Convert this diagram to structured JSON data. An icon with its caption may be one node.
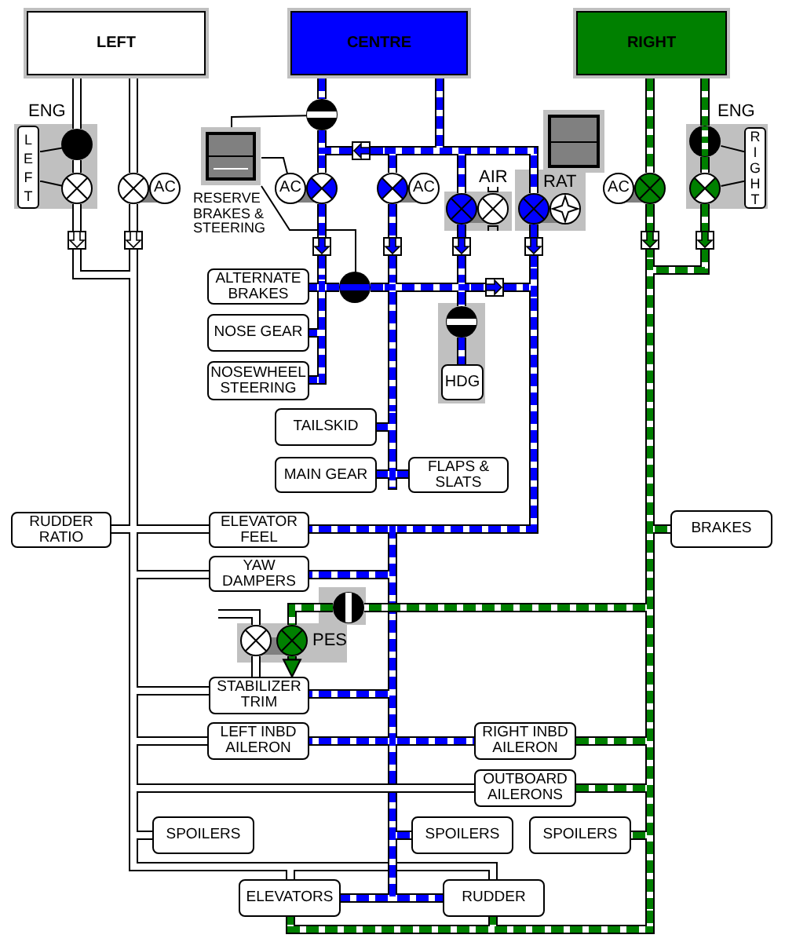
{
  "diagram": {
    "nodes": [
      {
        "text": [
          "LEFT"
        ]
      },
      {
        "text": [
          "CENTRE"
        ]
      },
      {
        "text": [
          "RIGHT"
        ]
      },
      {
        "text": [],
        "shape": "circle"
      },
      {
        "text": [],
        "shape": "box"
      },
      {
        "text": [
          "LEFT"
        ]
      },
      {
        "text": [],
        "shape": "circle"
      },
      {
        "text": [],
        "shape": "circle"
      },
      {
        "text": [
          "RESERVE BRAKES & STEERING"
        ]
      },
      {
        "text": [
          "RIGHT"
        ]
      },
      {
        "text": [],
        "shape": "bar"
      },
      {
        "text": [],
        "shape": "box"
      },
      {
        "text": [],
        "shape": "bar"
      },
      {
        "text": [],
        "shape": "circle"
      },
      {
        "text": [],
        "shape": "circle"
      },
      {
        "text": [
          "AC"
        ]
      },
      {
        "text": [
          "AC"
        ]
      },
      {
        "text": [],
        "shape": "circle"
      },
      {
        "text": [],
        "shape": "circle"
      },
      {
        "text": [
          "AC"
        ]
      },
      {
        "text": [
          "AC"
        ]
      },
      {
        "text": [],
        "shape": "circle"
      },
      {
        "text": [],
        "shape": "circle"
      },
      {
        "text": [],
        "shape": "circle"
      },
      {
        "text": [],
        "shape": "circle"
      },
      {
        "text": [],
        "shape": "box"
      },
      {
        "text": [],
        "shape": "box"
      },
      {
        "text": [],
        "shape": "box"
      },
      {
        "text": [],
        "shape": "box"
      },
      {
        "text": [],
        "shape": "box"
      },
      {
        "text": [],
        "shape": "box"
      },
      {
        "text": [],
        "shape": "box"
      },
      {
        "text": [],
        "shape": "box"
      },
      {
        "text": [],
        "shape": "bar"
      },
      {
        "text": [],
        "shape": "bar"
      },
      {
        "text": [
          "ALTERNATE BRAKES"
        ]
      },
      {
        "text": [],
        "shape": "bar"
      },
      {
        "text": [],
        "shape": "circle"
      },
      {
        "text": [],
        "shape": "bar"
      },
      {
        "text": [],
        "shape": "box"
      },
      {
        "text": [],
        "shape": "bar"
      },
      {
        "text": [],
        "shape": "circle"
      },
      {
        "text": [
          "NOSE GEAR"
        ]
      },
      {
        "text": [
          "NOSEWHEEL STEERING"
        ]
      },
      {
        "text": [
          "HDG"
        ]
      },
      {
        "text": [
          "TAILSKID"
        ]
      },
      {
        "text": [],
        "shape": "bar"
      },
      {
        "text": [
          "MAIN GEAR"
        ]
      },
      {
        "text": [
          "FLAPS & SLATS"
        ]
      },
      {
        "text": [
          "RUDDER RATIO"
        ]
      },
      {
        "text": [
          "ELEVATOR FEEL"
        ]
      },
      {
        "text": [],
        "shape": "bar"
      },
      {
        "text": [
          "BRAKES"
        ]
      },
      {
        "text": [
          "YAW DAMPERS"
        ]
      },
      {
        "text": [],
        "shape": "circle"
      },
      {
        "text": [],
        "shape": "circle"
      },
      {
        "text": [],
        "shape": "circle"
      },
      {
        "text": [
          "STABILIZER TRIM"
        ]
      },
      {
        "text": [
          "LEFT INBD AILERON"
        ]
      },
      {
        "text": [
          "RIGHT INBD AILERON"
        ]
      },
      {
        "text": [
          "OUTBOARD AILERONS"
        ]
      },
      {
        "text": [
          "SPOILERS"
        ]
      },
      {
        "text": [
          "SPOILERS"
        ]
      },
      {
        "text": [
          "SPOILERS"
        ]
      },
      {
        "text": [],
        "shape": "bar"
      },
      {
        "text": [
          "ELEVATORS"
        ]
      },
      {
        "text": [
          "RUDDER"
        ]
      },
      {
        "text": [],
        "shape": "bar"
      }
    ],
    "edges": [
      {
        "from": 0,
        "to": 6,
        "arrow": "none",
        "color": "#000000"
      },
      {
        "from": 6,
        "to": 13,
        "arrow": "none",
        "color": "#000000"
      },
      {
        "from": 13,
        "to": 25,
        "arrow": "none",
        "color": "#000000"
      },
      {
        "from": 25,
        "to": 33,
        "arrow": "none",
        "color": "#000000"
      },
      {
        "from": 0,
        "to": 14,
        "arrow": "none",
        "color": "#000000"
      },
      {
        "from": 14,
        "to": 26,
        "arrow": "none",
        "color": "#000000"
      },
      {
        "from": 26,
        "to": 33,
        "arrow": "none",
        "color": "#000000"
      },
      {
        "from": 33,
        "to": 49,
        "arrow": "none",
        "color": "#000000"
      },
      {
        "from": 33,
        "to": 50,
        "arrow": "none",
        "color": "#000000"
      },
      {
        "from": 33,
        "to": 53,
        "arrow": "none",
        "color": "#000000"
      },
      {
        "from": 33,
        "to": 57,
        "arrow": "none",
        "color": "#000000"
      },
      {
        "from": 33,
        "to": 58,
        "arrow": "none",
        "color": "#000000"
      },
      {
        "from": 33,
        "to": 60,
        "arrow": "none",
        "color": "#000000"
      },
      {
        "from": 33,
        "to": 61,
        "arrow": "none",
        "color": "#000000"
      },
      {
        "from": 33,
        "to": 64,
        "arrow": "none",
        "color": "#000000"
      },
      {
        "from": 64,
        "to": 65,
        "arrow": "none",
        "color": "#000000"
      },
      {
        "from": 64,
        "to": 66,
        "arrow": "none",
        "color": "#000000"
      },
      {
        "from": null,
        "to": 55,
        "arrow": "none",
        "color": "#000000"
      },
      {
        "from": 55,
        "to": 57,
        "arrow": "none",
        "color": "#000000"
      },
      {
        "from": 1,
        "to": 3,
        "arrow": "none",
        "style": "dashed",
        "color": "#0000ff"
      },
      {
        "from": 3,
        "to": 10,
        "arrow": "none",
        "style": "dashed",
        "color": "#0000ff"
      },
      {
        "from": 1,
        "to": 12,
        "arrow": "none",
        "style": "dashed",
        "color": "#0000ff"
      },
      {
        "from": 12,
        "to": 11,
        "arrow": "none",
        "style": "dashed",
        "color": "#0000ff"
      },
      {
        "from": 11,
        "to": 10,
        "arrow": "none",
        "style": "dashed",
        "color": "#0000ff"
      },
      {
        "from": 10,
        "to": 17,
        "arrow": "none",
        "style": "dashed",
        "color": "#0000ff"
      },
      {
        "from": 12,
        "to": 18,
        "arrow": "none",
        "style": "dashed",
        "color": "#0000ff"
      },
      {
        "from": 12,
        "to": 23,
        "arrow": "none",
        "style": "dashed",
        "color": "#0000ff"
      },
      {
        "from": 12,
        "to": 24,
        "arrow": "none",
        "style": "dashed",
        "color": "#0000ff"
      },
      {
        "from": 17,
        "to": 27,
        "arrow": "none",
        "style": "dashed",
        "color": "#0000ff"
      },
      {
        "from": 18,
        "to": 28,
        "arrow": "none",
        "style": "dashed",
        "color": "#0000ff"
      },
      {
        "from": 23,
        "to": 29,
        "arrow": "none",
        "style": "dashed",
        "color": "#0000ff"
      },
      {
        "from": 24,
        "to": 30,
        "arrow": "none",
        "style": "dashed",
        "color": "#0000ff"
      },
      {
        "from": 27,
        "to": 36,
        "arrow": "none",
        "style": "dashed",
        "color": "#0000ff"
      },
      {
        "from": 36,
        "to": 35,
        "arrow": "none",
        "style": "dashed",
        "color": "#0000ff"
      },
      {
        "from": 36,
        "to": 37,
        "arrow": "none",
        "style": "dashed",
        "color": "#0000ff"
      },
      {
        "from": 36,
        "to": 42,
        "arrow": "none",
        "style": "dashed",
        "color": "#0000ff"
      },
      {
        "from": 36,
        "to": 43,
        "arrow": "none",
        "style": "dashed",
        "color": "#0000ff"
      },
      {
        "from": 37,
        "to": 38,
        "arrow": "none",
        "style": "dashed",
        "color": "#0000ff"
      },
      {
        "from": 28,
        "to": 38,
        "arrow": "none",
        "style": "dashed",
        "color": "#0000ff"
      },
      {
        "from": 29,
        "to": 38,
        "arrow": "none",
        "style": "dashed",
        "color": "#0000ff"
      },
      {
        "from": 38,
        "to": 39,
        "arrow": "none",
        "style": "dashed",
        "color": "#0000ff"
      },
      {
        "from": 39,
        "to": 40,
        "arrow": "none",
        "style": "dashed",
        "color": "#0000ff"
      },
      {
        "from": 30,
        "to": 40,
        "arrow": "none",
        "style": "dashed",
        "color": "#0000ff"
      },
      {
        "from": 38,
        "to": 41,
        "arrow": "none",
        "style": "dashed",
        "color": "#0000ff"
      },
      {
        "from": 41,
        "to": 44,
        "arrow": "none",
        "style": "dashed",
        "color": "#0000ff"
      },
      {
        "from": 38,
        "to": 46,
        "arrow": "none",
        "style": "dashed",
        "color": "#0000ff"
      },
      {
        "from": 46,
        "to": 45,
        "arrow": "none",
        "style": "dashed",
        "color": "#0000ff"
      },
      {
        "from": 46,
        "to": 47,
        "arrow": "none",
        "style": "dashed",
        "color": "#0000ff"
      },
      {
        "from": 46,
        "to": 48,
        "arrow": "none",
        "style": "dashed",
        "color": "#0000ff"
      },
      {
        "from": 40,
        "to": 51,
        "arrow": "none",
        "style": "dashed",
        "color": "#0000ff"
      },
      {
        "from": 51,
        "to": 50,
        "arrow": "none",
        "style": "dashed",
        "color": "#0000ff"
      },
      {
        "from": 51,
        "to": 53,
        "arrow": "none",
        "style": "dashed",
        "color": "#0000ff"
      },
      {
        "from": 51,
        "to": 57,
        "arrow": "none",
        "style": "dashed",
        "color": "#0000ff"
      },
      {
        "from": 51,
        "to": 58,
        "arrow": "none",
        "style": "dashed",
        "color": "#0000ff"
      },
      {
        "from": 51,
        "to": 59,
        "arrow": "none",
        "style": "dashed",
        "color": "#0000ff"
      },
      {
        "from": 51,
        "to": 62,
        "arrow": "none",
        "style": "dashed",
        "color": "#0000ff"
      },
      {
        "from": 51,
        "to": 65,
        "arrow": "none",
        "style": "dashed",
        "color": "#0000ff"
      },
      {
        "from": 51,
        "to": 66,
        "arrow": "none",
        "style": "dashed",
        "color": "#0000ff"
      },
      {
        "from": 2,
        "to": 7,
        "arrow": "none",
        "style": "dashed",
        "color": "#008000"
      },
      {
        "from": 7,
        "to": 22,
        "arrow": "none",
        "style": "dashed",
        "color": "#008000"
      },
      {
        "from": 22,
        "to": 32,
        "arrow": "none",
        "style": "dashed",
        "color": "#008000"
      },
      {
        "from": 32,
        "to": 34,
        "arrow": "none",
        "style": "dashed",
        "color": "#008000"
      },
      {
        "from": 2,
        "to": 21,
        "arrow": "none",
        "style": "dashed",
        "color": "#008000"
      },
      {
        "from": 21,
        "to": 31,
        "arrow": "none",
        "style": "dashed",
        "color": "#008000"
      },
      {
        "from": 31,
        "to": 34,
        "arrow": "none",
        "style": "dashed",
        "color": "#008000"
      },
      {
        "from": 34,
        "to": 52,
        "arrow": "none",
        "style": "dashed",
        "color": "#008000"
      },
      {
        "from": 34,
        "to": 54,
        "arrow": "none",
        "style": "dashed",
        "color": "#008000"
      },
      {
        "from": 54,
        "to": 56,
        "arrow": "none",
        "style": "dashed",
        "color": "#008000"
      },
      {
        "from": 56,
        "to": 57,
        "arrow": "to",
        "style": "dashed",
        "color": "#008000"
      },
      {
        "from": 34,
        "to": 59,
        "arrow": "none",
        "style": "dashed",
        "color": "#008000"
      },
      {
        "from": 34,
        "to": 60,
        "arrow": "none",
        "style": "dashed",
        "color": "#008000"
      },
      {
        "from": 34,
        "to": 63,
        "arrow": "none",
        "style": "dashed",
        "color": "#008000"
      },
      {
        "from": 34,
        "to": 67,
        "arrow": "none",
        "style": "dashed",
        "color": "#008000"
      },
      {
        "from": 67,
        "to": 65,
        "arrow": "none",
        "style": "dashed",
        "color": "#008000"
      },
      {
        "from": 67,
        "to": 66,
        "arrow": "none",
        "style": "dashed",
        "color": "#008000"
      },
      {
        "from": 5,
        "to": 6,
        "arrow": "none",
        "color": "#000000"
      },
      {
        "from": 5,
        "to": 13,
        "arrow": "none",
        "color": "#000000"
      },
      {
        "from": 8,
        "to": 3,
        "arrow": "none",
        "color": "#000000"
      },
      {
        "from": 8,
        "to": 16,
        "arrow": "none",
        "color": "#000000"
      },
      {
        "from": 8,
        "to": 37,
        "arrow": "none",
        "color": "#000000"
      },
      {
        "from": 9,
        "to": 7,
        "arrow": "none",
        "color": "#000000"
      },
      {
        "from": 9,
        "to": 22,
        "arrow": "none",
        "color": "#000000"
      }
    ],
    "labels": [
      "ENG",
      "ENG",
      "AIR",
      "RAT",
      "PES"
    ]
  }
}
